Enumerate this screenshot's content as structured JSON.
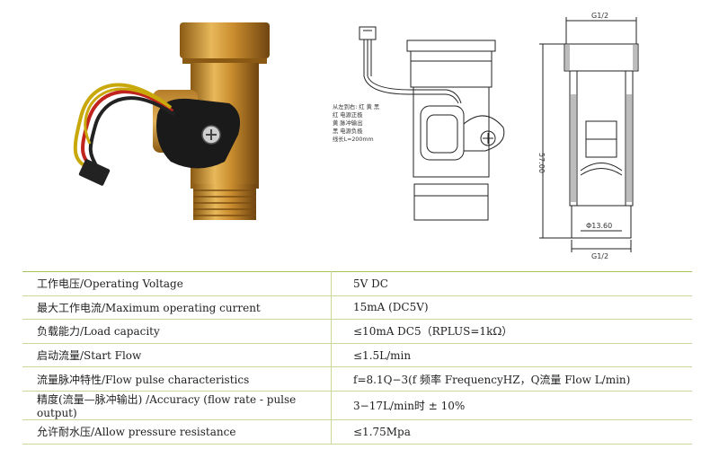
{
  "figures": {
    "legend": [
      "从左到右: 红  黄  黑",
      "红  电源正极",
      "黄  脉冲输出",
      "黑  电源负极",
      "线长L=200mm"
    ],
    "dimensions": {
      "top": "G1/2",
      "height": "57.00",
      "inner": "Φ13.60",
      "bottom": "G1/2"
    }
  },
  "specs": [
    {
      "label": "工作电压/Operating Voltage",
      "value": "5V DC"
    },
    {
      "label": "最大工作电流/Maximum operating current",
      "value": "15mA (DC5V)"
    },
    {
      "label": "负载能力/Load capacity",
      "value": "≤10mA DC5（RPLUS=1kΩ）"
    },
    {
      "label": "启动流量/Start Flow",
      "value": "≤1.5L/min"
    },
    {
      "label": "流量脉冲特性/Flow pulse characteristics",
      "value": "f=8.1Q−3(f 频率 FrequencyHZ，Q流量 Flow L/min)"
    },
    {
      "label": "精度(流量—脉冲输出) /Accuracy (flow rate - pulse output)",
      "value": "3−17L/min时 ± 10%"
    },
    {
      "label": "允许耐水压/Allow pressure resistance",
      "value": "≤1.75Mpa"
    }
  ]
}
